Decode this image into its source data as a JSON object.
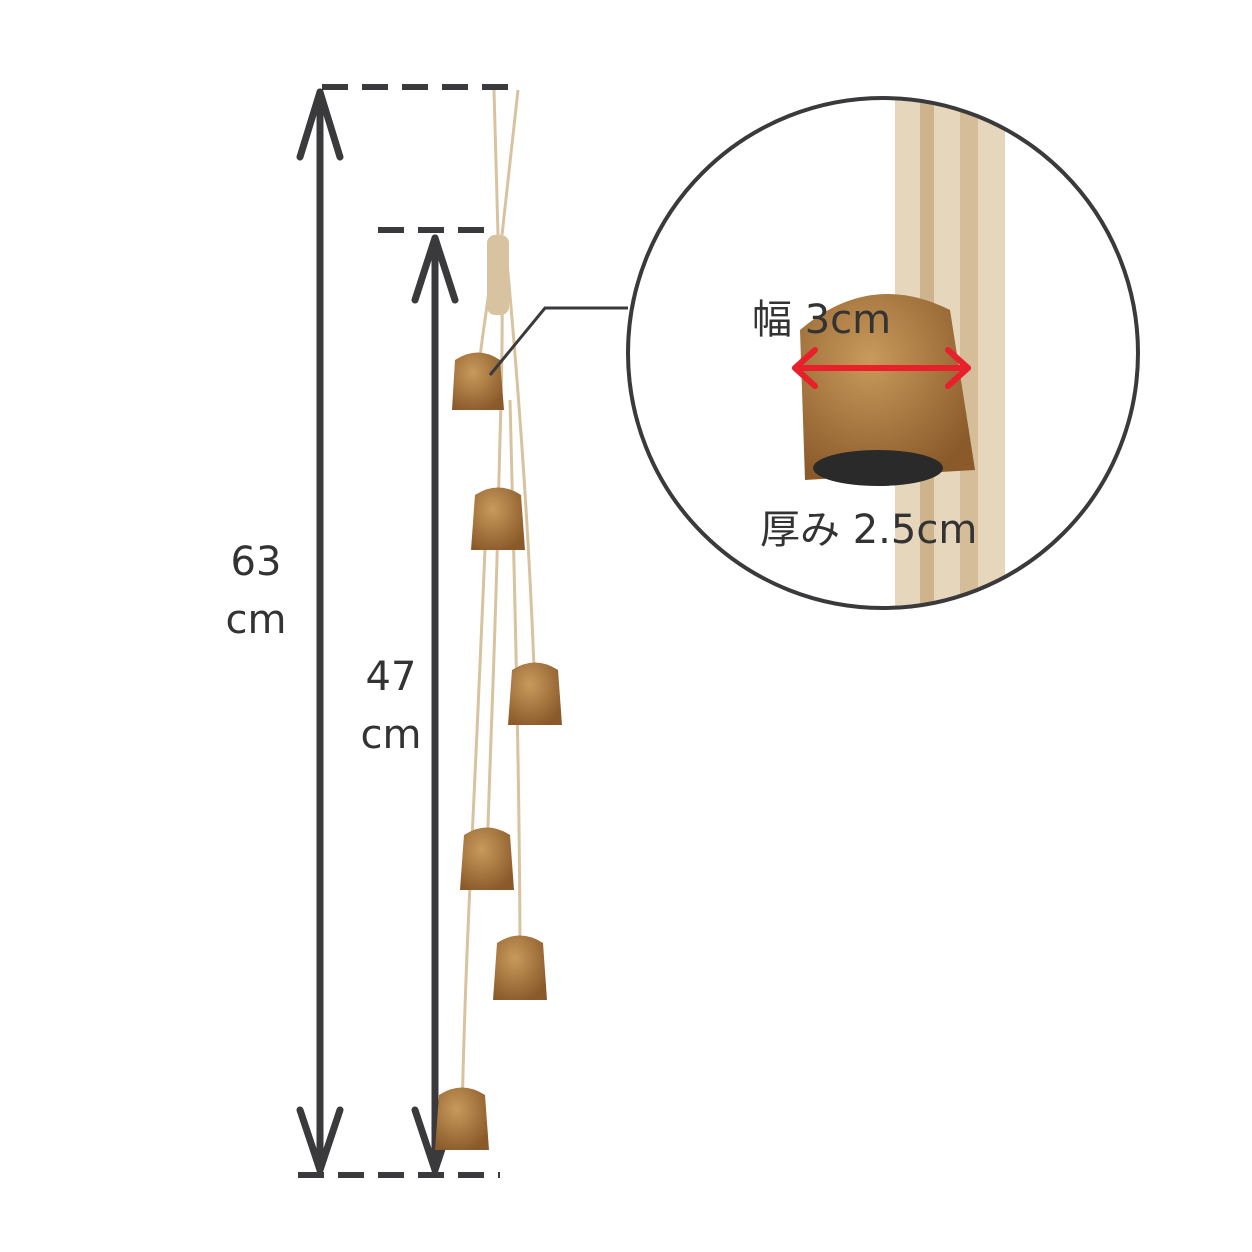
{
  "dimensions": {
    "total_length_value": "63",
    "total_length_unit": "cm",
    "bell_section_value": "47",
    "bell_section_unit": "cm"
  },
  "detail": {
    "width_label": "幅 3cm",
    "thickness_label": "厚み 2.5cm"
  },
  "colors": {
    "line": "#3a3a3c",
    "arrow_accent": "#e8202a",
    "bell": "#a9773f",
    "cord": "#d8c3a0"
  }
}
